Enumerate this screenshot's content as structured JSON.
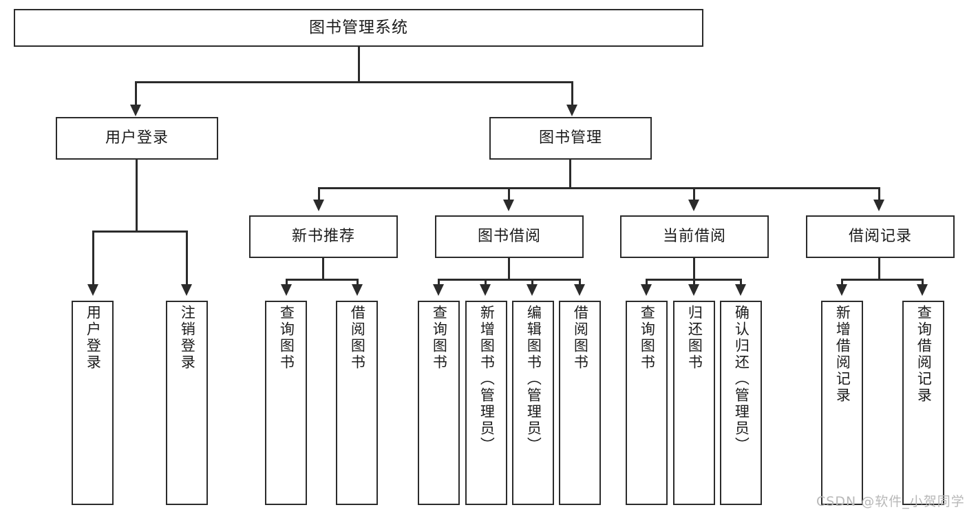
{
  "diagram": {
    "type": "tree-hierarchy-diagram",
    "title": "图书管理系统",
    "root": {
      "label": "图书管理系统",
      "orientation": "horizontal"
    },
    "level2": [
      {
        "label": "用户登录",
        "orientation": "horizontal"
      },
      {
        "label": "图书管理",
        "orientation": "horizontal"
      }
    ],
    "level3": [
      {
        "label": "新书推荐",
        "orientation": "horizontal",
        "parent": "图书管理"
      },
      {
        "label": "图书借阅",
        "orientation": "horizontal",
        "parent": "图书管理"
      },
      {
        "label": "当前借阅",
        "orientation": "horizontal",
        "parent": "图书管理"
      },
      {
        "label": "借阅记录",
        "orientation": "horizontal",
        "parent": "图书管理"
      }
    ],
    "leaves": {
      "user_login": [
        {
          "label": "用户登录",
          "orientation": "vertical"
        },
        {
          "label": "注销登录",
          "orientation": "vertical"
        }
      ],
      "new_book_recommend": [
        {
          "label": "查询图书",
          "orientation": "vertical"
        },
        {
          "label": "借阅图书",
          "orientation": "vertical"
        }
      ],
      "book_borrow": [
        {
          "label": "查询图书",
          "orientation": "vertical"
        },
        {
          "label": "新增图书（管理员）",
          "orientation": "vertical"
        },
        {
          "label": "编辑图书（管理员）",
          "orientation": "vertical"
        },
        {
          "label": "借阅图书",
          "orientation": "vertical"
        }
      ],
      "current_borrow": [
        {
          "label": "查询图书",
          "orientation": "vertical"
        },
        {
          "label": "归还图书",
          "orientation": "vertical"
        },
        {
          "label": "确认归还（管理员）",
          "orientation": "vertical"
        }
      ],
      "borrow_record": [
        {
          "label": "新增借阅记录",
          "orientation": "vertical"
        },
        {
          "label": "查询借阅记录",
          "orientation": "vertical"
        }
      ]
    },
    "watermark": "CSDN @软件_小贺同学",
    "colors": {
      "stroke": "#2b2b2b",
      "fill": "#ffffff",
      "text": "#1b1b1b",
      "watermark": "#b8b8b8"
    }
  }
}
